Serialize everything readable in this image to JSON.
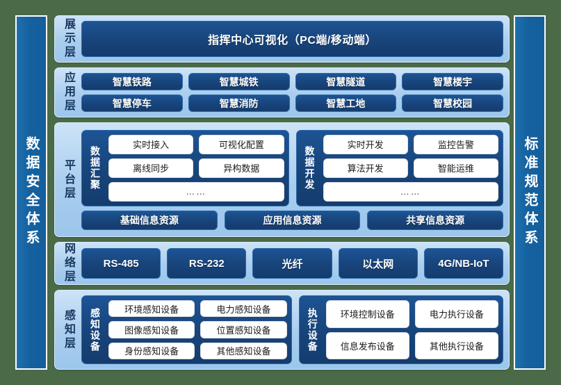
{
  "pillars": {
    "left": {
      "name": "data-security-system",
      "text": "数据安全体系"
    },
    "right": {
      "name": "standard-specification-system",
      "text": "标准规范体系"
    }
  },
  "colors": {
    "background_green": "#4b6a48",
    "pillar_blue": "#15619f",
    "layer_light_blue": "#a9cdee",
    "navy_box": "#18457c",
    "white_box": "#ffffff",
    "label_navy_text": "#17375e"
  },
  "layers": [
    {
      "id": "presentation",
      "label": "展示层",
      "banner": "指挥中心可视化（PC端/移动端）"
    },
    {
      "id": "application",
      "label": "应用层",
      "rows": [
        [
          "智慧铁路",
          "智慧城铁",
          "智慧隧道",
          "智慧楼宇"
        ],
        [
          "智慧停车",
          "智慧消防",
          "智慧工地",
          "智慧校园"
        ]
      ]
    },
    {
      "id": "platform",
      "label": "平台层",
      "groups": [
        {
          "label": "数据汇聚",
          "rows": [
            [
              "实时接入",
              "可视化配置"
            ],
            [
              "离线同步",
              "异构数据"
            ]
          ],
          "ellipsis": "……"
        },
        {
          "label": "数据开发",
          "rows": [
            [
              "实时开发",
              "监控告警"
            ],
            [
              "算法开发",
              "智能运维"
            ]
          ],
          "ellipsis": "……"
        }
      ],
      "resources": [
        "基础信息资源",
        "应用信息资源",
        "共享信息资源"
      ]
    },
    {
      "id": "network",
      "label": "网络层",
      "items": [
        "RS-485",
        "RS-232",
        "光纤",
        "以太网",
        "4G/NB-IoT"
      ]
    },
    {
      "id": "perception",
      "label": "感知层",
      "groups": [
        {
          "label": "感知设备",
          "rows": [
            [
              "环境感知设备",
              "电力感知设备"
            ],
            [
              "图像感知设备",
              "位置感知设备"
            ],
            [
              "身份感知设备",
              "其他感知设备"
            ]
          ]
        },
        {
          "label": "执行设备",
          "rows": [
            [
              "环境控制设备",
              "电力执行设备"
            ],
            [
              "信息发布设备",
              "其他执行设备"
            ]
          ]
        }
      ]
    }
  ]
}
